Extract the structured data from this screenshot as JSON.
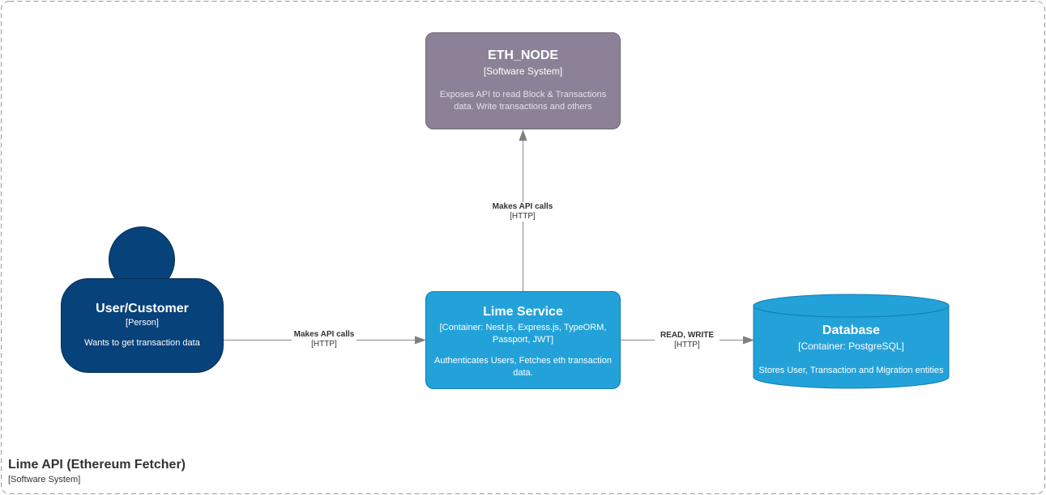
{
  "boundary": {
    "title": "Lime API (Ethereum Fetcher)",
    "type": "[Software System]"
  },
  "nodes": {
    "eth_node": {
      "title": "ETH_NODE",
      "type": "[Software System]",
      "description": "Exposes API to read Block & Transactions data. Write transactions and others",
      "fill": "#8c8196"
    },
    "user": {
      "title": "User/Customer",
      "type": "[Person]",
      "description": "Wants to get transaction data",
      "fill": "#08427b"
    },
    "lime_service": {
      "title": "Lime Service",
      "type": "[Container: Nest.js, Express.js, TypeORM, Passport, JWT]",
      "description": "Authenticates Users, Fetches eth transaction data.",
      "fill": "#23a2d9"
    },
    "database": {
      "title": "Database",
      "type": "[Container: PostgreSQL]",
      "description": "Stores User, Transaction and Migration entities",
      "fill": "#23a2d9"
    }
  },
  "edges": {
    "service_to_eth": {
      "label": "Makes API calls",
      "tech": "[HTTP]"
    },
    "user_to_service": {
      "label": "Makes API calls",
      "tech": "[HTTP]"
    },
    "service_to_db": {
      "label": "READ, WRITE",
      "tech": "[HTTP]"
    }
  },
  "colors": {
    "edge": "#8a8a8a",
    "boundary": "#9a9a9a"
  }
}
